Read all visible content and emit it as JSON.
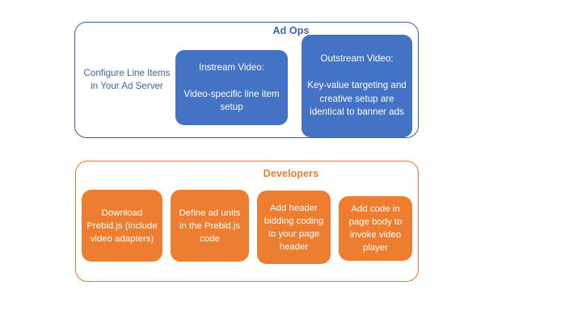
{
  "diagram": {
    "background_color": "#FFFFFF",
    "accent_blue": "#4472C4",
    "accent_orange": "#ED7D31",
    "groups": [
      {
        "id": "ad-ops",
        "title": "Ad Ops",
        "title_color": "#3E62B5",
        "border_color": "#3A5FA0",
        "plain_items": [
          {
            "id": "configure-line-items",
            "text": "Configure Line Items in Your Ad Server",
            "text_color": "#3E62B5"
          }
        ],
        "cards": [
          {
            "id": "instream-video",
            "text": "Instream Video:\n\nVideo-specific line item setup",
            "fill": "#4472C4",
            "text_color": "#FFFFFF"
          },
          {
            "id": "outstream-video",
            "text": "Outstream Video:\n\nKey-value targeting and creative setup are identical to banner ads",
            "fill": "#4472C4",
            "text_color": "#FFFFFF"
          }
        ]
      },
      {
        "id": "developers",
        "title": "Developers",
        "title_color": "#EC7C30",
        "border_color": "#E8762C",
        "plain_items": [],
        "cards": [
          {
            "id": "download-prebid",
            "text": "Download Prebid.js (include video adapters)",
            "fill": "#ED7D31",
            "text_color": "#FFFFFF"
          },
          {
            "id": "define-ad-units",
            "text": "Define ad units in the Prebid.js code",
            "fill": "#ED7D31",
            "text_color": "#FFFFFF"
          },
          {
            "id": "add-header-bidding-code",
            "text": "Add header bidding coding to your page header",
            "fill": "#ED7D31",
            "text_color": "#FFFFFF"
          },
          {
            "id": "add-page-body-code",
            "text": "Add code in page body to invoke video player",
            "fill": "#ED7D31",
            "text_color": "#FFFFFF"
          }
        ]
      }
    ]
  }
}
